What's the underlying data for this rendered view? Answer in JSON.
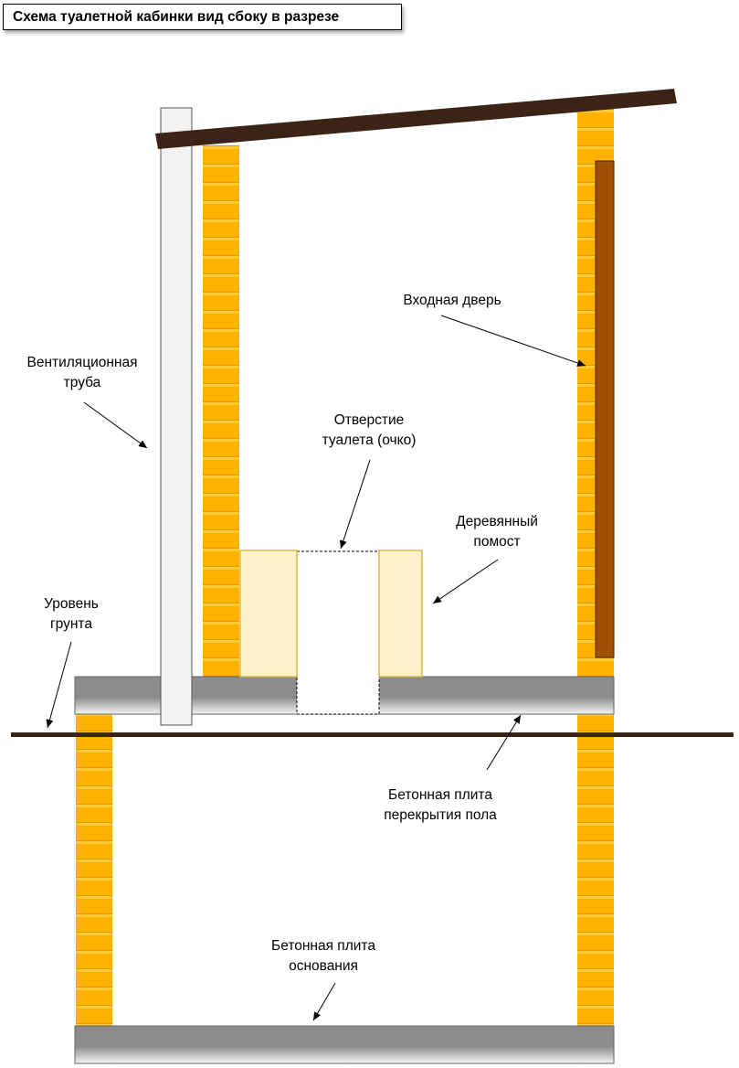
{
  "title": "Схема туалетной кабинки вид сбоку в разрезе",
  "labels": {
    "vent_pipe": "Вентиляционная\nтруба",
    "door": "Входная дверь",
    "toilet_hole": "Отверстие\nтуалета (очко)",
    "platform": "Деревянный\nпомост",
    "ground_level": "Уровень\nгрунта",
    "floor_slab": "Бетонная плита\nперекрытия пола",
    "base_slab": "Бетонная плита\nоснования"
  },
  "colors": {
    "brick_fill": "#FFB300",
    "brick_line": "#E69A00",
    "roof": "#3B2416",
    "door": "#9E4F00",
    "pipe": "#F2F2F2",
    "platform": "#FFF1CC",
    "platform_border": "#D9B84A",
    "slab_top": "#8C8C8C",
    "slab_bottom": "#F5F5F5",
    "ground": "#3B2416"
  }
}
